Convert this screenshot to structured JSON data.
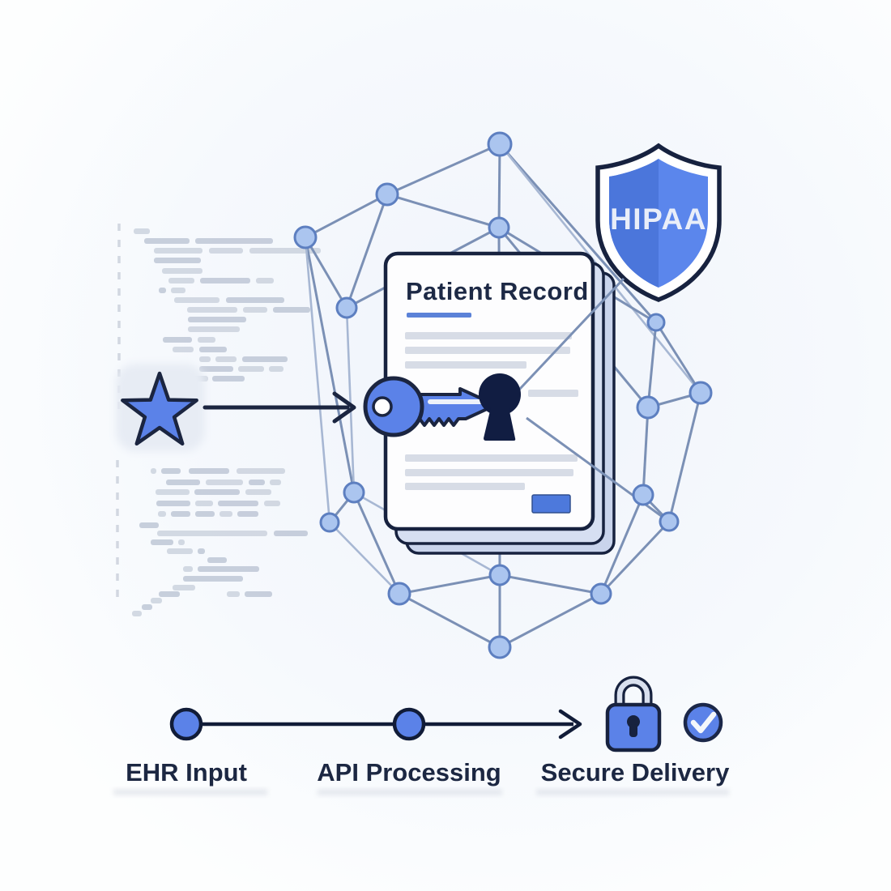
{
  "illustration": {
    "title_hint": "HIPAA secure patient record data flow",
    "shield": {
      "label": "HIPAA",
      "icon": "shield-hipaa-icon"
    },
    "document": {
      "title": "Patient Record",
      "icon": "patient-record-document"
    },
    "source": {
      "icon": "star-icon"
    },
    "security": {
      "key": "key-icon",
      "keyhole": "keyhole-icon"
    },
    "flow": {
      "steps": [
        {
          "label": "EHR Input",
          "icon": "flow-dot-icon"
        },
        {
          "label": "API Processing",
          "icon": "flow-dot-icon"
        },
        {
          "label": "Secure Delivery",
          "icon": "lock-icon"
        }
      ],
      "status_icon": "check-circle-icon"
    },
    "colors": {
      "primary_blue": "#5b82e8",
      "shield_blue_left": "#4b76db",
      "shield_blue_right": "#5b86ec",
      "outline_navy": "#17223f",
      "mesh_line": "#7b90b5",
      "node_fill": "#abc5ef",
      "page_stack": "#ccd8ee",
      "accent_underline": "#5b82d8",
      "button_blue": "#4d79dc",
      "text_dark": "#1c2742",
      "background": "#f7f9fd"
    }
  }
}
